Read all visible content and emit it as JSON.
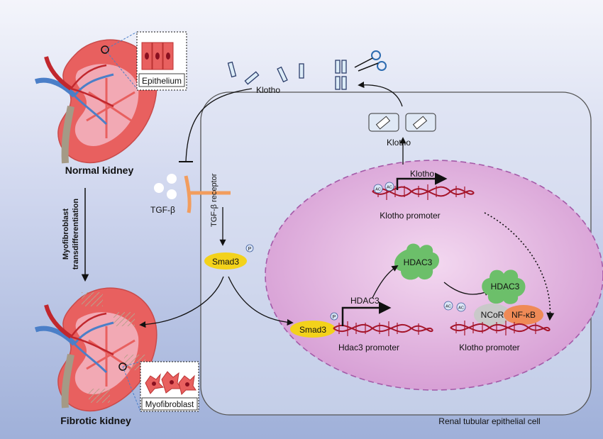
{
  "labels": {
    "normal_kidney": "Normal kidney",
    "fibrotic_kidney": "Fibrotic kidney",
    "epithelium": "Epithelium",
    "myofibroblast": "Myofibroblast",
    "transdiff_line1": "Myofibroblast",
    "transdiff_line2": "transdifferentiation",
    "tgfb": "TGF-β",
    "tgfb_receptor": "TGF-β receptor",
    "smad3": "Smad3",
    "phospho": "P",
    "klotho_secreted": "Klotho",
    "klotho_cyto": "Klotho",
    "klotho_gene": "Klotho",
    "klotho_promoter_top": "Klotho promoter",
    "klotho_promoter_bottom": "Klotho promoter",
    "hdac3_free": "HDAC3",
    "hdac3_complex": "HDAC3",
    "hdac3_gene": "HDAC3",
    "hdac3_promoter": "Hdac3 promoter",
    "ncor": "NCoR",
    "nfkb": "NF-κB",
    "ac": "AC",
    "cell_caption": "Renal tubular epithelial cell"
  },
  "colors": {
    "kidney": "#e8605f",
    "kidney_inner": "#f2a9b4",
    "vessel_red": "#c1272d",
    "vessel_blue": "#4b7fc8",
    "ureter": "#a49a86",
    "smad3": "#f3d21b",
    "hdac3": "#6cbf6a",
    "nfkb": "#ef8a56",
    "ncor": "#c9c9c9",
    "dna": "#a5152b",
    "nucleus": "#e3b7e0",
    "receptor": "#f29d5e",
    "klotho_fill": "#dcecf7"
  }
}
